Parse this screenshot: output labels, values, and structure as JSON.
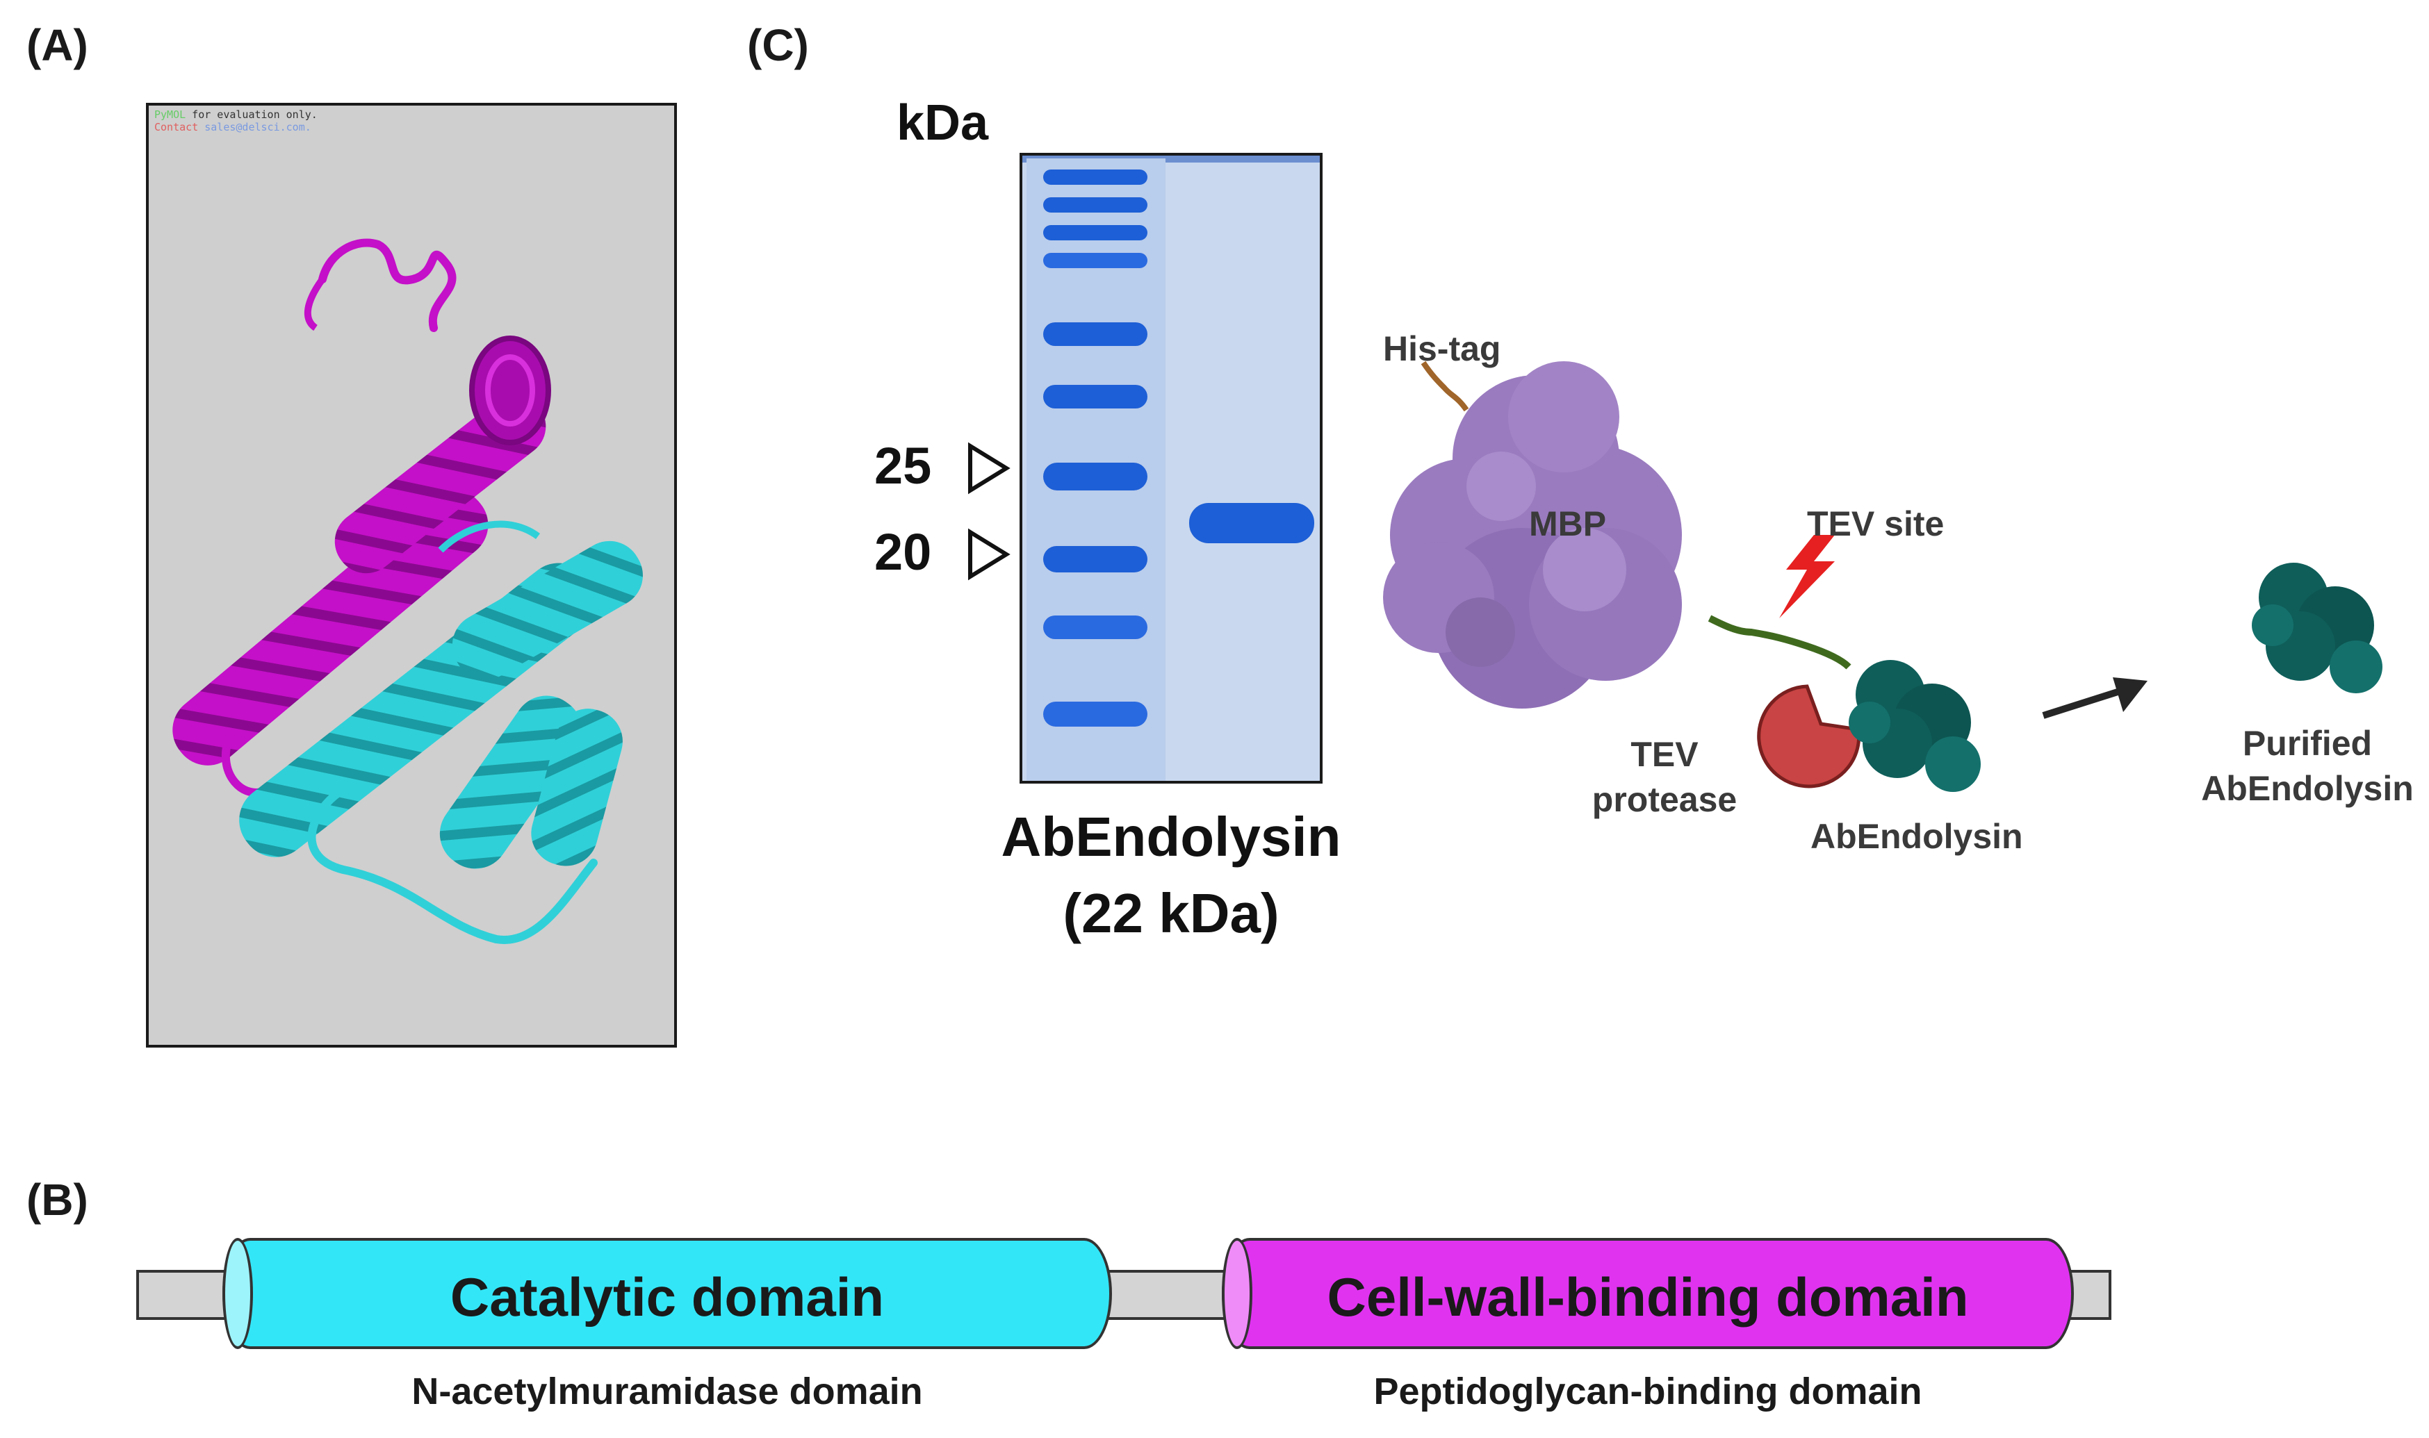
{
  "panels": {
    "a_label": "(A)",
    "b_label": "(B)",
    "c_label": "(C)"
  },
  "structure": {
    "watermark_line1_prefix": "PyMOL",
    "watermark_line1": " for evaluation only.",
    "watermark_line2_prefix": "Contact",
    "watermark_line2": " sales@delsci.com.",
    "colors": {
      "background": "#cfcfcf",
      "catalytic": "#2ecfd6",
      "binding": "#c410c8"
    }
  },
  "gel": {
    "unit_label": "kDa",
    "markers": [
      {
        "label": "25",
        "kda": 25
      },
      {
        "label": "20",
        "kda": 20
      }
    ],
    "lane_name": "AbEndolysin",
    "lane_mass": "(22 kDa)",
    "colors": {
      "band": "#1d5fd6",
      "background": "#c9d8ef"
    }
  },
  "purification": {
    "his_tag_label": "His-tag",
    "mbp_label": "MBP",
    "tev_site_label": "TEV site",
    "tev_protease_label": "TEV\nprotease",
    "endolysin_label": "AbEndolysin",
    "purified_label": "Purified\nAbEndolysin",
    "colors": {
      "mbp": "#9a7bbf",
      "endolysin": "#0f5e5a",
      "protease": "#c94444",
      "bolt": "#e62020"
    }
  },
  "domains": {
    "catalytic": {
      "name": "Catalytic domain",
      "description": "N-acetylmuramidase domain",
      "color": "#33e6f7"
    },
    "binding": {
      "name": "Cell-wall-binding domain",
      "description": "Peptidoglycan-binding domain",
      "color": "#e033f0"
    },
    "linker_color": "#d4d4d4"
  }
}
